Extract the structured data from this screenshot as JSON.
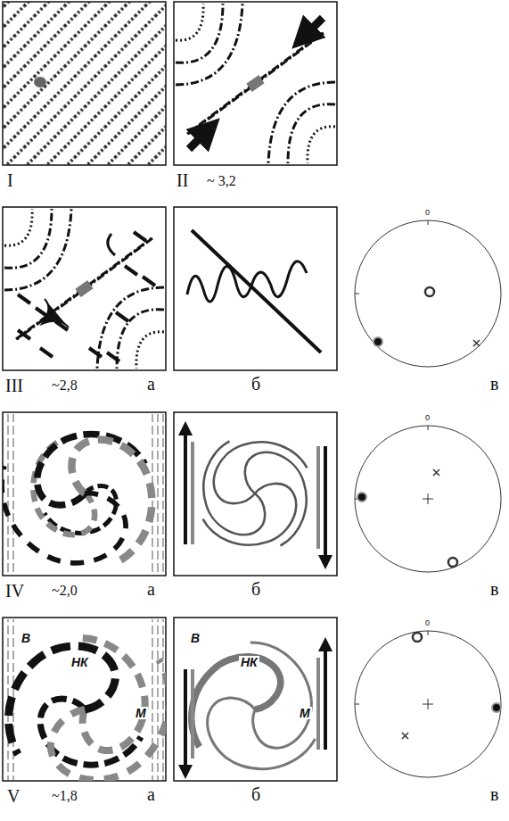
{
  "diagram": {
    "labels": [
      "I",
      "II",
      "~ 3,2",
      "0",
      "III",
      "~2,8",
      "а",
      "б",
      "в",
      "0",
      "IV",
      "~2,0",
      "а",
      "б",
      "в",
      "0",
      "В",
      "НК",
      "М",
      "В",
      "НК",
      "М",
      "V",
      "~1,8",
      "а",
      "б",
      "в"
    ]
  }
}
